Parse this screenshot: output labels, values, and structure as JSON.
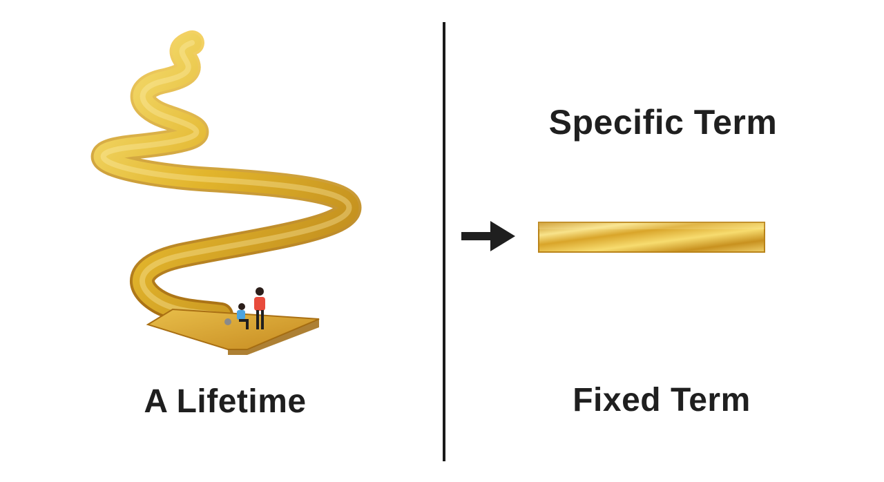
{
  "left_panel": {
    "label": "A Lifetime",
    "icon": "winding-golden-road-icon",
    "people_icon": "two-people-icon"
  },
  "right_panel": {
    "top_label": "Specific Term",
    "bottom_label": "Fixed Term",
    "arrow_icon": "right-arrow-icon",
    "bar_icon": "straight-golden-bar-icon"
  },
  "colors": {
    "gold_light": "#F7E27A",
    "gold_mid": "#E2B52C",
    "gold_dark": "#B9831A",
    "divider": "#1a1a1a",
    "text": "#1f1f1f"
  }
}
